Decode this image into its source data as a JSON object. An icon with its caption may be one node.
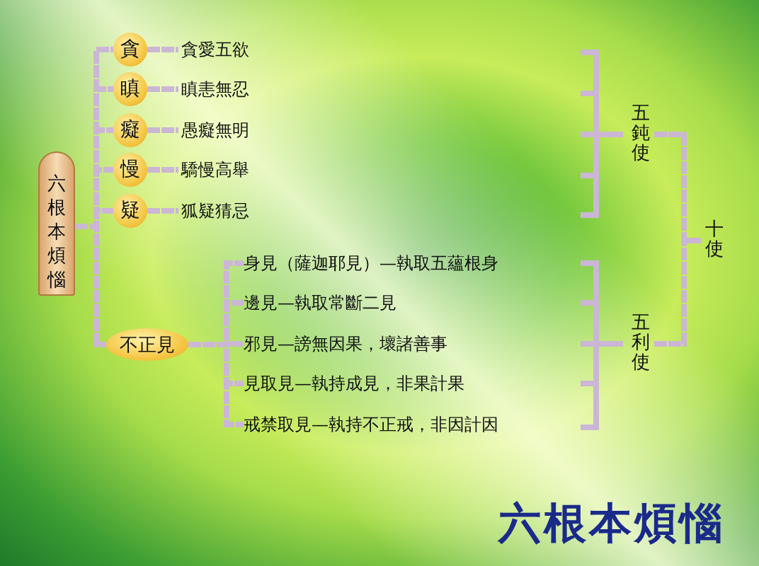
{
  "diagram": {
    "title": "六根本煩惱",
    "nodes": [
      {
        "text": [
          "六根本煩惱"
        ]
      },
      {
        "text": [
          "貪"
        ]
      },
      {
        "text": [
          "瞋"
        ]
      },
      {
        "text": [
          "癡"
        ]
      },
      {
        "text": [
          "慢"
        ]
      },
      {
        "text": [
          "疑"
        ]
      },
      {
        "text": [
          "貪愛五欲"
        ]
      },
      {
        "text": [
          "瞋恚無忍"
        ]
      },
      {
        "text": [
          "愚癡無明"
        ]
      },
      {
        "text": [
          "驕慢高舉"
        ]
      },
      {
        "text": [
          "狐疑猜忌"
        ]
      },
      {
        "text": [
          "不正見"
        ]
      },
      {
        "text": [
          "身見（薩迦耶見）—執取五蘊根身"
        ]
      },
      {
        "text": [
          "邊見—執取常斷二見"
        ]
      },
      {
        "text": [
          "邪見—謗無因果，壞諸善事"
        ]
      },
      {
        "text": [
          "見取見—執持成見，非果計果"
        ]
      },
      {
        "text": [
          "戒禁取見—執持不正戒，非因計因"
        ]
      },
      {
        "text": [
          "五鈍使"
        ]
      },
      {
        "text": [
          "五利使"
        ]
      },
      {
        "text": [
          "十使"
        ]
      }
    ],
    "edges": [
      {
        "from": 0,
        "to": 1,
        "arrow": "none"
      },
      {
        "from": 0,
        "to": 2,
        "arrow": "none"
      },
      {
        "from": 0,
        "to": 3,
        "arrow": "none"
      },
      {
        "from": 0,
        "to": 4,
        "arrow": "none"
      },
      {
        "from": 0,
        "to": 5,
        "arrow": "none"
      },
      {
        "from": 0,
        "to": 11,
        "arrow": "none"
      },
      {
        "from": 1,
        "to": 6,
        "arrow": "none"
      },
      {
        "from": 2,
        "to": 7,
        "arrow": "none"
      },
      {
        "from": 3,
        "to": 8,
        "arrow": "none"
      },
      {
        "from": 4,
        "to": 9,
        "arrow": "none"
      },
      {
        "from": 5,
        "to": 10,
        "arrow": "none"
      },
      {
        "from": 11,
        "to": 12,
        "arrow": "none"
      },
      {
        "from": 11,
        "to": 13,
        "arrow": "none"
      },
      {
        "from": 11,
        "to": 14,
        "arrow": "none"
      },
      {
        "from": 11,
        "to": 15,
        "arrow": "none"
      },
      {
        "from": 11,
        "to": 16,
        "arrow": "none"
      },
      {
        "from": 17,
        "to": 19,
        "arrow": "none"
      },
      {
        "from": 18,
        "to": 19,
        "arrow": "none"
      }
    ]
  }
}
